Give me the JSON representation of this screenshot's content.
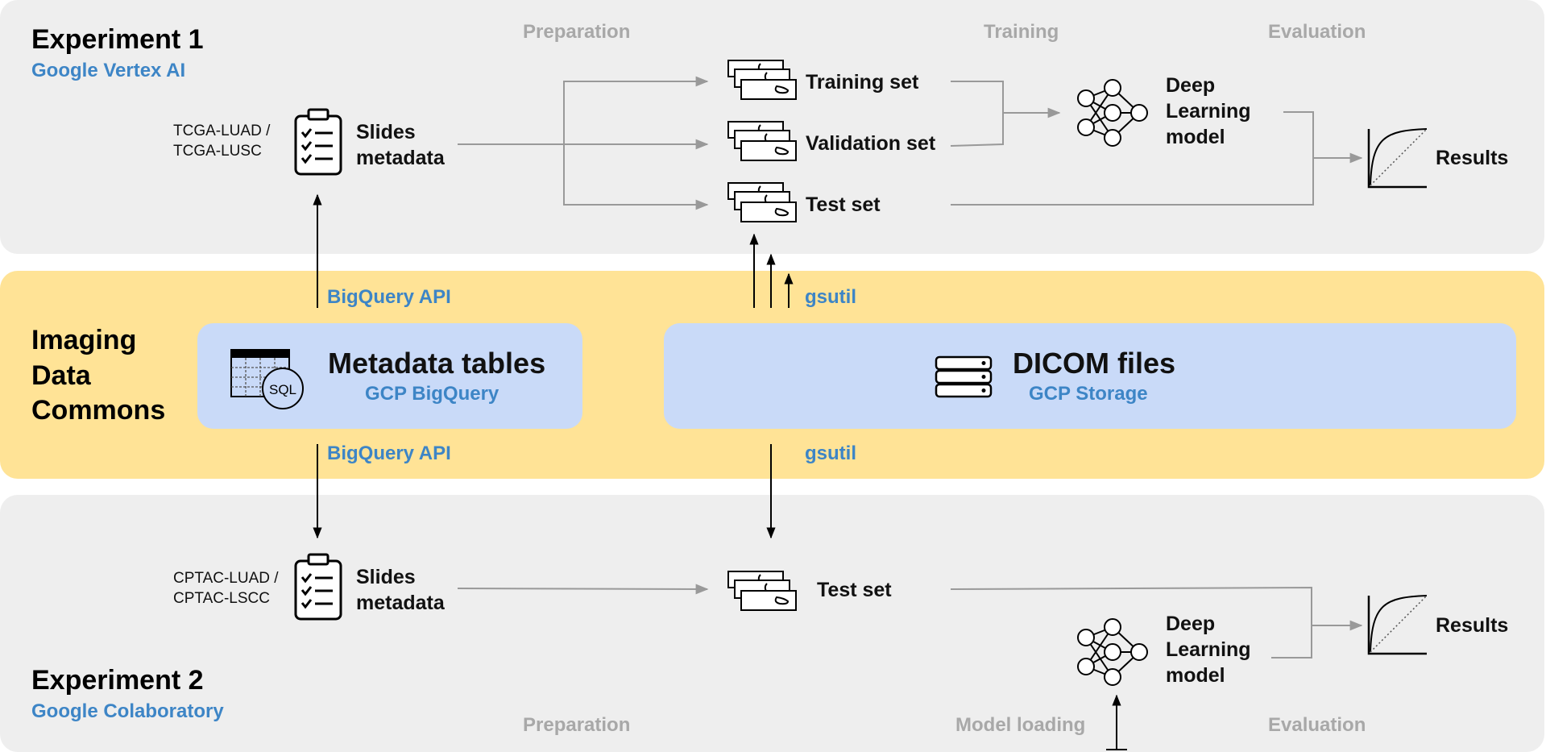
{
  "experiment1": {
    "title": "Experiment 1",
    "platform": "Google Vertex AI",
    "stages": {
      "preparation": "Preparation",
      "training": "Training",
      "evaluation": "Evaluation"
    },
    "collections": [
      "TCGA-LUAD /",
      "TCGA-LUSC"
    ],
    "slides_metadata": [
      "Slides",
      "metadata"
    ],
    "sets": {
      "training": "Training set",
      "validation": "Validation set",
      "test": "Test set"
    },
    "model": [
      "Deep",
      "Learning",
      "model"
    ],
    "results": "Results"
  },
  "idc": {
    "title": [
      "Imaging",
      "Data",
      "Commons"
    ],
    "api_top": "BigQuery API",
    "api_bottom": "BigQuery API",
    "gsutil_top": "gsutil",
    "gsutil_bottom": "gsutil",
    "metadata_tables": {
      "title": "Metadata tables",
      "subtitle": "GCP BigQuery",
      "icon_text": "SQL"
    },
    "dicom_files": {
      "title": "DICOM files",
      "subtitle": "GCP Storage"
    }
  },
  "experiment2": {
    "title": "Experiment 2",
    "platform": "Google Colaboratory",
    "stages": {
      "preparation": "Preparation",
      "model_loading": "Model loading",
      "evaluation": "Evaluation"
    },
    "collections": [
      "CPTAC-LUAD /",
      "CPTAC-LSCC"
    ],
    "slides_metadata": [
      "Slides",
      "metadata"
    ],
    "test_set": "Test set",
    "model": [
      "Deep",
      "Learning",
      "model"
    ],
    "results": "Results"
  },
  "colors": {
    "gray_panel": "#eeeeee",
    "yellow_panel": "#ffe396",
    "blue_box": "#c9daf8",
    "accent_blue": "#3d85c6",
    "stage_gray": "#a8a8a8",
    "flow_line": "#999999"
  },
  "icons": [
    "clipboard-checklist-icon",
    "slides-stack-icon",
    "neural-network-icon",
    "roc-curve-icon",
    "sql-table-icon",
    "server-storage-icon"
  ]
}
